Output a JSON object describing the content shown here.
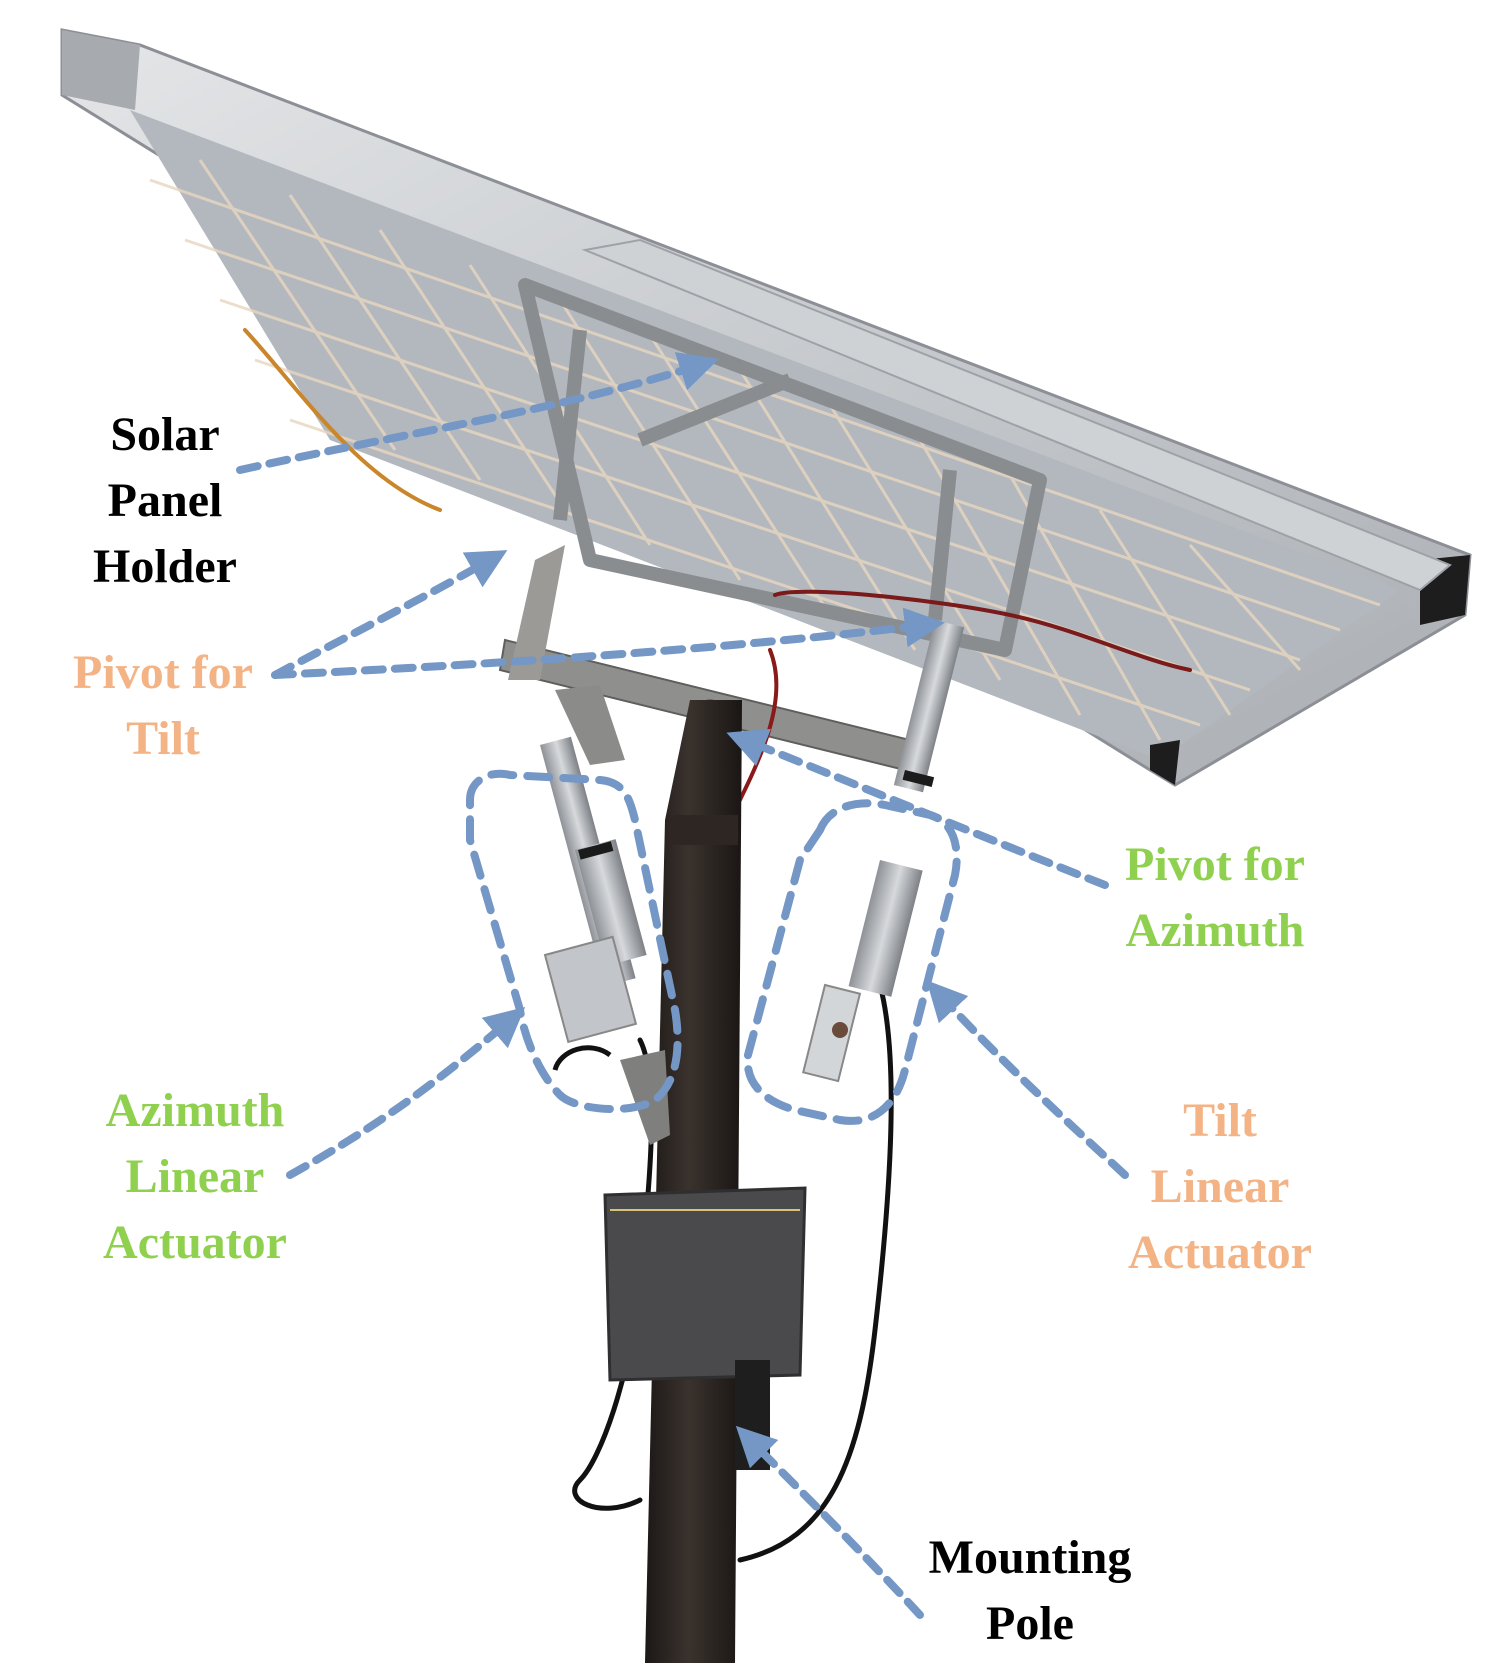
{
  "colors": {
    "black_label": "#000000",
    "orange_label": "#f3b385",
    "green_label": "#8fd14f",
    "dashed_callout": "#7497c6",
    "panel_frame": "#c9ccd0",
    "panel_cells": "#a8aeb6",
    "pole": "#2a2522"
  },
  "labels": {
    "solar_panel_holder": {
      "lines": [
        "Solar",
        "Panel",
        "Holder"
      ]
    },
    "pivot_for_tilt": {
      "lines": [
        "Pivot for",
        "Tilt"
      ]
    },
    "pivot_for_azimuth": {
      "lines": [
        "Pivot for",
        "Azimuth"
      ]
    },
    "azimuth_linear_actuator": {
      "lines": [
        "Azimuth",
        "Linear",
        "Actuator"
      ]
    },
    "tilt_linear_actuator": {
      "lines": [
        "Tilt",
        "Linear",
        "Actuator"
      ]
    },
    "mounting_pole": {
      "lines": [
        "Mounting",
        "Pole"
      ]
    }
  }
}
